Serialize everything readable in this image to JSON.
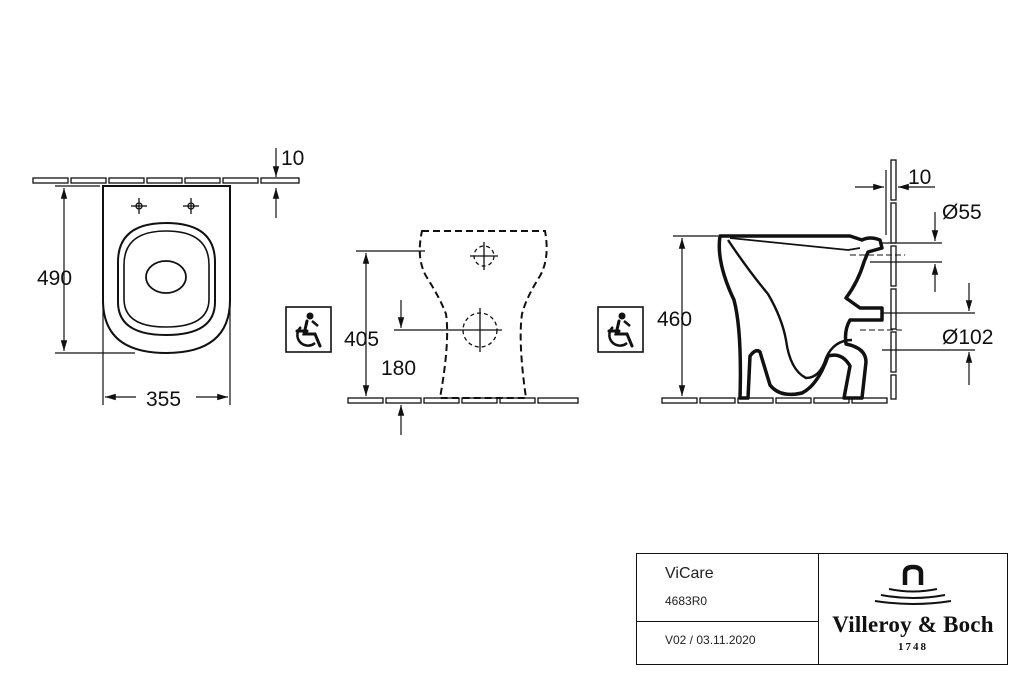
{
  "dimensions": {
    "top_width": "355",
    "top_depth": "490",
    "top_wall_gap": "10",
    "front_height": "405",
    "front_outlet": "180",
    "side_height": "460",
    "side_wall_gap": "10",
    "side_inlet": "Ø55",
    "side_outlet": "Ø102"
  },
  "title_block": {
    "product": "ViCare",
    "article": "4683R0",
    "version": "V02 / 03.11.2020",
    "brand": "Villeroy & Boch",
    "year": "1748"
  },
  "icons": [
    "wheelchair-accessibility-icon",
    "brand-logo-icon"
  ],
  "colors": {
    "line": "#111111",
    "background": "#ffffff"
  }
}
